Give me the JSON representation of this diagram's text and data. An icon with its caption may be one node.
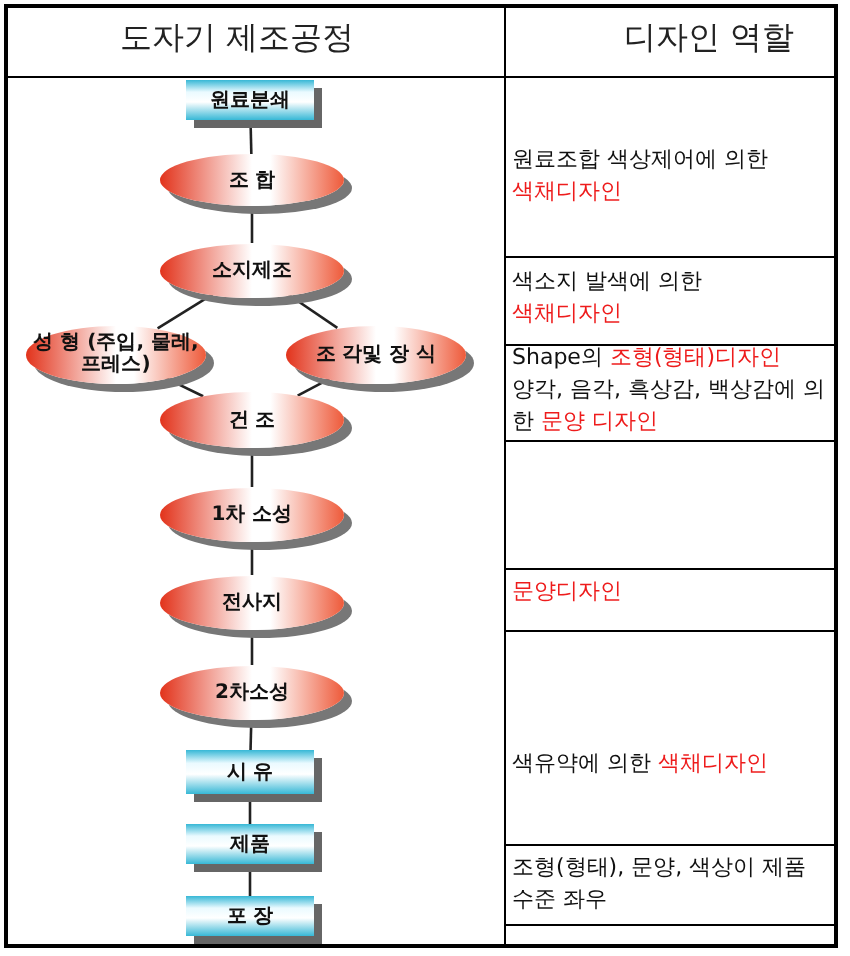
{
  "diagram": {
    "nodes": [
      {
        "text": [
          "원료분쇄"
        ]
      },
      {
        "text": [
          "조 합"
        ]
      },
      {
        "text": [
          "소지제조"
        ]
      },
      {
        "text": [
          "성 형 (주입, 물레,프레스)"
        ]
      },
      {
        "text": [
          "조 각및 장 식"
        ]
      },
      {
        "text": [
          "건 조"
        ]
      },
      {
        "text": [
          "1차 소성"
        ]
      },
      {
        "text": [
          "전사지"
        ]
      },
      {
        "text": [
          "2차소성"
        ]
      },
      {
        "text": [
          "시 유"
        ]
      },
      {
        "text": [
          "제품"
        ]
      },
      {
        "text": [
          "포 장"
        ]
      }
    ],
    "edges": [
      {
        "from": 0,
        "to": 1,
        "arrow": "none"
      },
      {
        "from": 1,
        "to": 2,
        "arrow": "none"
      },
      {
        "from": 2,
        "to": 3,
        "arrow": "none"
      },
      {
        "from": 2,
        "to": 4,
        "arrow": "none"
      },
      {
        "from": 3,
        "to": 5,
        "arrow": "none"
      },
      {
        "from": 4,
        "to": 5,
        "arrow": "none"
      },
      {
        "from": 5,
        "to": 6,
        "arrow": "none"
      },
      {
        "from": 6,
        "to": 7,
        "arrow": "none"
      },
      {
        "from": 7,
        "to": 8,
        "arrow": "none"
      },
      {
        "from": 8,
        "to": 9,
        "arrow": "none"
      },
      {
        "from": 9,
        "to": 10,
        "arrow": "none"
      },
      {
        "from": 10,
        "to": 11,
        "arrow": "none"
      }
    ],
    "labels": [
      "도자기 제조공정",
      "디자인 역할",
      "원료조합 색상제어에 의한",
      "색채디자인",
      "색소지 발색에 의한",
      "색채디자인",
      "Shape의",
      "조형(형태)디자인",
      "양각, 음각, 흑상감, 백상감에 의한",
      "문양 디자인",
      "문양디자인",
      "색유약에 의한",
      "색채디자인",
      "조형(형태), 문양, 색상이 제품 수준 좌우"
    ]
  }
}
